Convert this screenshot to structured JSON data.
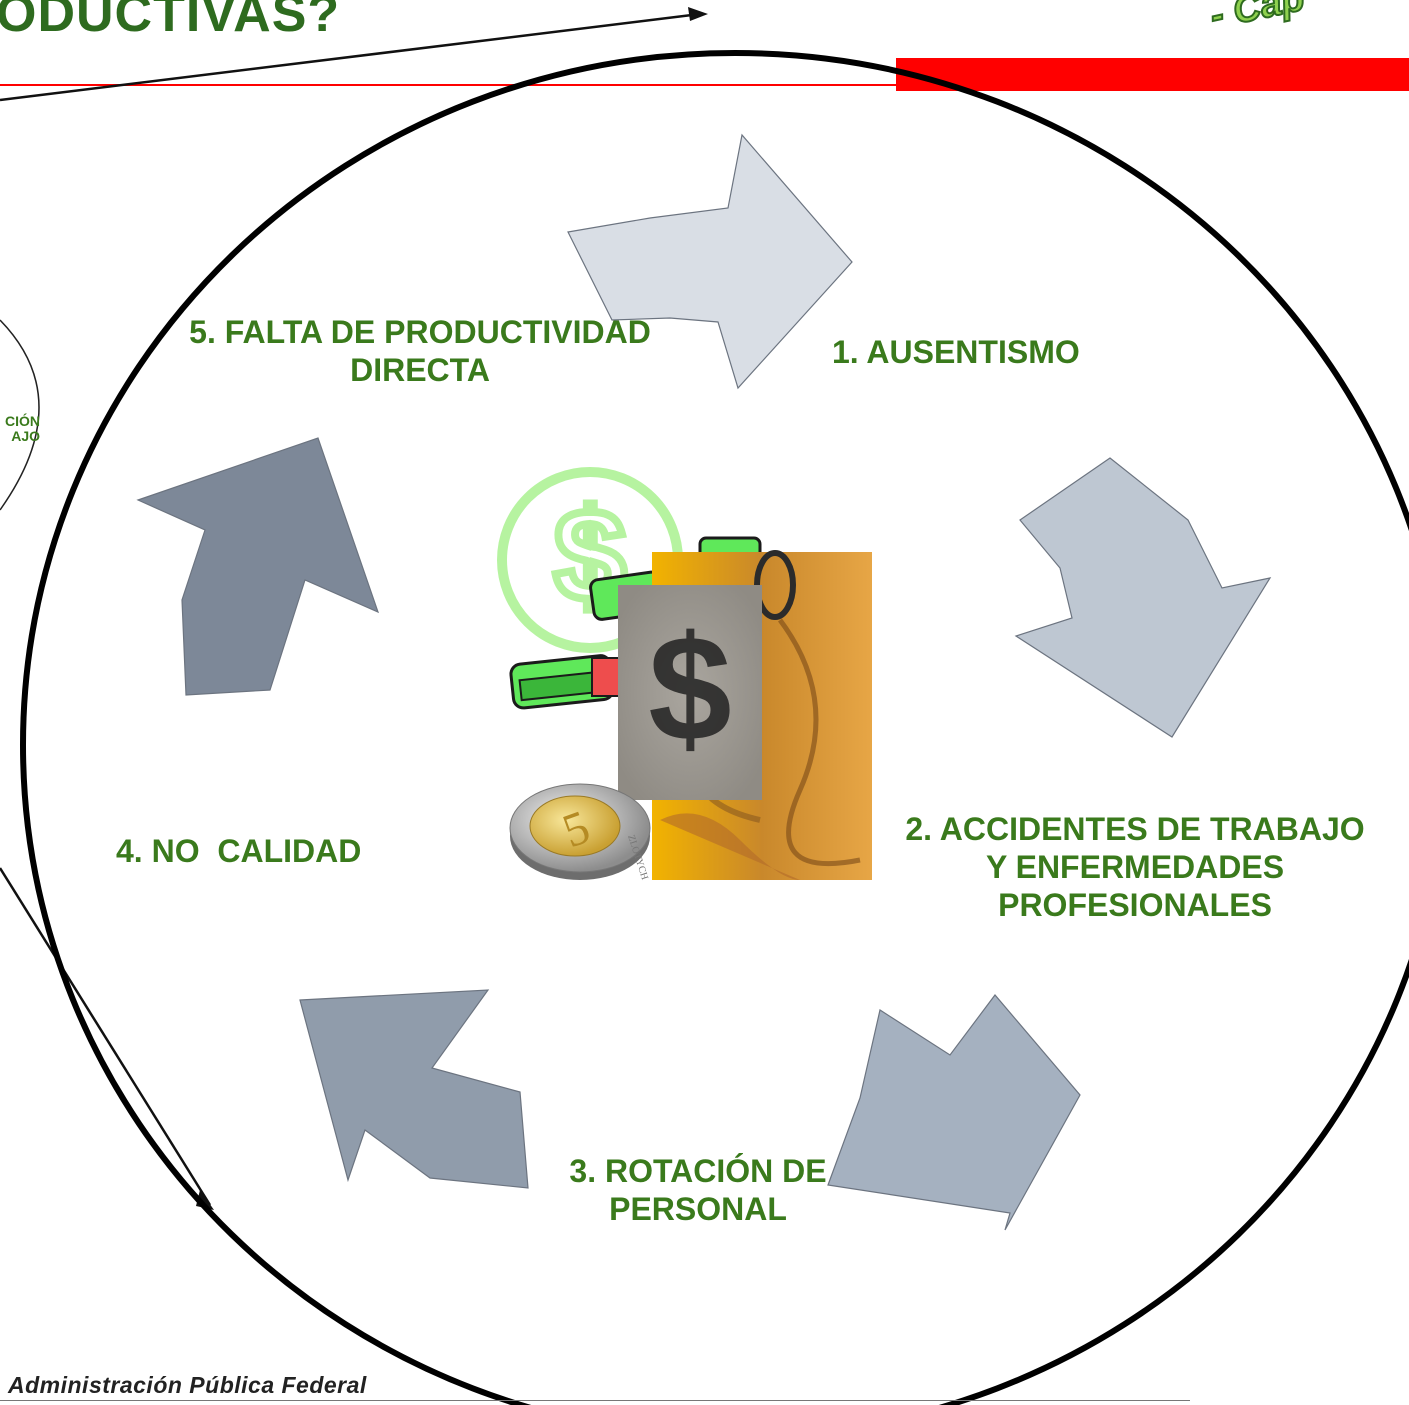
{
  "header": {
    "title": "ODUCTIVAS?",
    "brand_fragment": "- Cap"
  },
  "cycle": {
    "steps": [
      {
        "label_line1": "1. AUSENTISMO",
        "label_line2": "",
        "label_line3": ""
      },
      {
        "label_line1": "2. ACCIDENTES DE TRABAJO",
        "label_line2": "Y ENFERMEDADES",
        "label_line3": "PROFESIONALES"
      },
      {
        "label_line1": "3. ROTACIÓN DE",
        "label_line2": "PERSONAL",
        "label_line3": ""
      },
      {
        "label_line1": "4. NO  CALIDAD",
        "label_line2": "",
        "label_line3": ""
      },
      {
        "label_line1": "5. FALTA DE PRODUCTIVIDAD",
        "label_line2": "DIRECTA",
        "label_line3": ""
      }
    ],
    "center_symbol": "$",
    "coin_value": "5",
    "coin_text": "ZLOTYCH"
  },
  "side_fragment": {
    "line1": "CIÓN",
    "line2": "AJO"
  },
  "footer": {
    "text": "Administración Pública Federal"
  },
  "colors": {
    "title_green": "#2e6b1f",
    "label_green": "#3a7a1c",
    "accent_red": "#ff0000",
    "arrow_light": "#d5dbe3",
    "arrow_dark": "#7b8796"
  }
}
